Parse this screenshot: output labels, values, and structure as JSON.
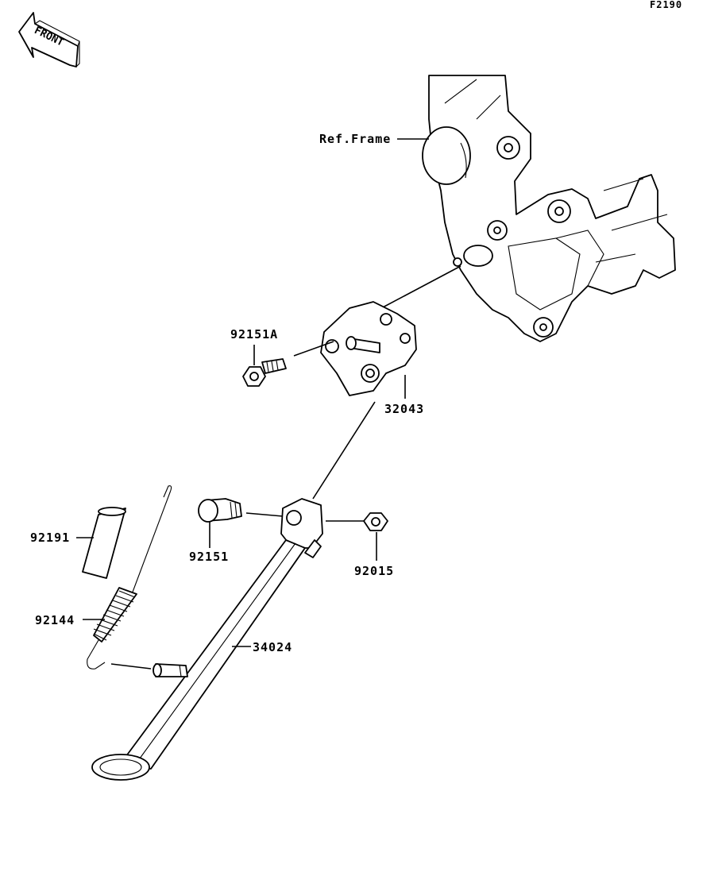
{
  "diagram_code": "F2190",
  "front_badge": "FRONT",
  "labels": {
    "ref_frame": "Ref.Frame",
    "bolt_92151a": "92151A",
    "bracket_32043": "32043",
    "cover_92191": "92191",
    "bolt_92151": "92151",
    "nut_92015": "92015",
    "spring_92144": "92144",
    "stand_34024": "34024"
  }
}
